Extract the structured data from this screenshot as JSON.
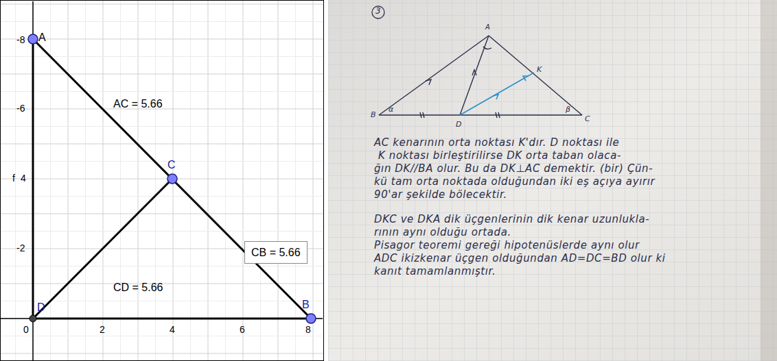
{
  "diagram": {
    "nodes": [
      {
        "text": [
          "CB = 5.66"
        ]
      }
    ],
    "labels": [
      "A",
      "C",
      "B",
      "D",
      "AC = 5.66",
      "CD = 5.66",
      "-8",
      "-6",
      "f",
      "4",
      "-2",
      "0",
      "2",
      "4",
      "6",
      "8",
      "3",
      "A",
      "B",
      "D",
      "C",
      "K",
      "α",
      "β",
      "AC kenarının orta noktası K'dır. D noktası ile",
      "K noktası birleştirilirse DK orta taban olaca-",
      "ğın DK//BA olur. Bu da DK⊥AC demektir. (bir) Çün-",
      "kü tam orta noktada olduğundan iki eş açıya ayırır",
      "90'ar şekilde bölecektir.",
      "DKC ve DKA dik üçgenlerinin dik kenar uzunlukla-",
      "rının aynı olduğu ortada.",
      "Pisagor teoremi gereği hipotenüslerde aynı olur",
      "ADC ikizkenar üçgen olduğundan AD=DC=BD olur ki",
      "kanıt tamamlanmıştır."
    ]
  }
}
